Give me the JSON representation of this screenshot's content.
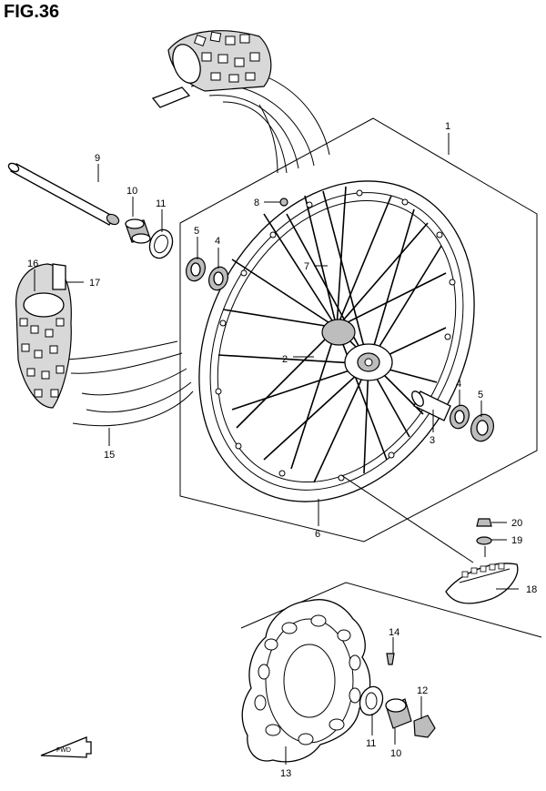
{
  "figure_title": "FIG.36",
  "callouts": {
    "c1": "1",
    "c2": "2",
    "c3": "3",
    "c4a": "4",
    "c4b": "4",
    "c5a": "5",
    "c5b": "5",
    "c6": "6",
    "c7": "7",
    "c8": "8",
    "c9": "9",
    "c10a": "10",
    "c10b": "10",
    "c11a": "11",
    "c11b": "11",
    "c12": "12",
    "c13": "13",
    "c14": "14",
    "c15": "15",
    "c16": "16",
    "c17": "17",
    "c18": "18",
    "c19": "19",
    "c20": "20"
  },
  "fwd_label": "FWD"
}
